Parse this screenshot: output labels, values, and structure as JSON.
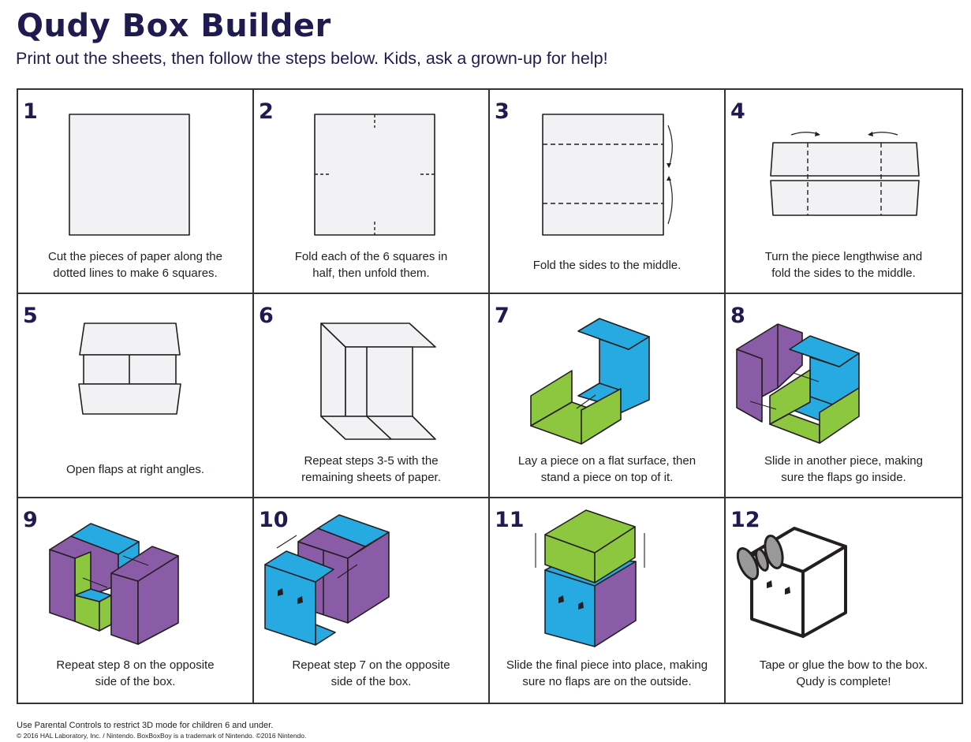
{
  "header": {
    "title": "Qudy Box Builder",
    "subtitle": "Print out the sheets, then follow the steps below. Kids, ask a grown-up for help!"
  },
  "colors": {
    "blue": "#27aae1",
    "green": "#8dc63f",
    "purple": "#8a5ca8",
    "title": "#1f1a4f"
  },
  "steps": [
    {
      "number": "1",
      "lines": [
        "Cut the pieces of paper along the",
        "dotted lines to make 6 squares."
      ]
    },
    {
      "number": "2",
      "lines": [
        "Fold each of the 6 squares in",
        "half, then unfold them."
      ]
    },
    {
      "number": "3",
      "lines": [
        "Fold the sides to the middle."
      ]
    },
    {
      "number": "4",
      "lines": [
        "Turn the piece lengthwise and",
        "fold the sides to the middle."
      ]
    },
    {
      "number": "5",
      "lines": [
        "Open flaps at right angles."
      ]
    },
    {
      "number": "6",
      "lines": [
        "Repeat steps 3-5 with the",
        "remaining sheets of paper."
      ]
    },
    {
      "number": "7",
      "lines": [
        "Lay a piece on a flat surface, then",
        "stand a piece on top of it."
      ]
    },
    {
      "number": "8",
      "lines": [
        "Slide in another piece, making",
        "sure the flaps go inside."
      ]
    },
    {
      "number": "9",
      "lines": [
        "Repeat step 8 on the opposite",
        "side of the box."
      ]
    },
    {
      "number": "10",
      "lines": [
        "Repeat step 7 on the opposite",
        "side of the box."
      ]
    },
    {
      "number": "11",
      "lines": [
        "Slide the final piece into place, making",
        "sure no flaps are on the outside."
      ]
    },
    {
      "number": "12",
      "lines": [
        "Tape or glue the bow to the box.",
        "Qudy is complete!"
      ]
    }
  ],
  "footer": {
    "notice": "Use Parental Controls to restrict 3D mode for children 6 and under.",
    "copyright": "© 2016 HAL Laboratory, Inc. / Nintendo. BoxBoxBoy is a trademark of Nintendo. ©2016 Nintendo."
  }
}
